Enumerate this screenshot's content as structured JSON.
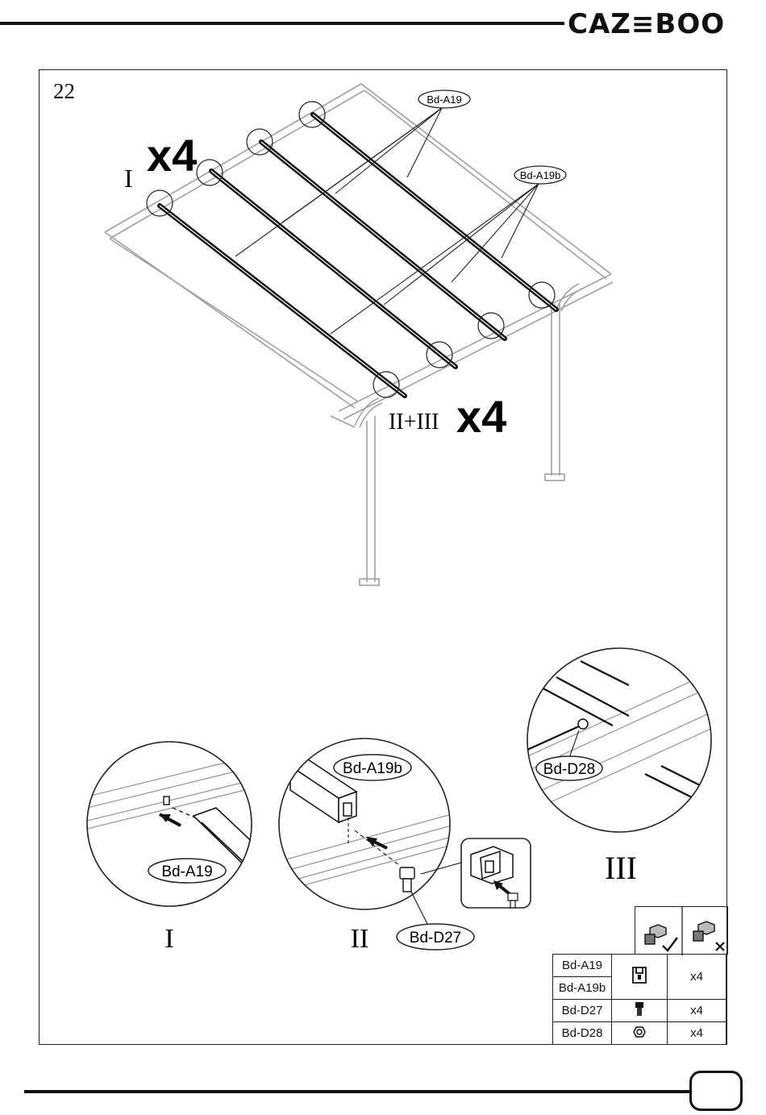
{
  "header": {
    "brand": "CAZ≡BOO"
  },
  "step": {
    "number": "22"
  },
  "overview": {
    "label_roman_1": "I",
    "label_qty_1": "x4",
    "label_roman_23": "II+III",
    "label_qty_23": "x4",
    "callout_a19": "Bd-A19",
    "callout_a19b": "Bd-A19b"
  },
  "details": {
    "detail_1": {
      "label": "I",
      "part": "Bd-A19"
    },
    "detail_2": {
      "label": "II",
      "part_top": "Bd-A19b",
      "part_bottom": "Bd-D27"
    },
    "detail_3": {
      "label": "III",
      "part": "Bd-D28"
    }
  },
  "torque": {
    "ok_icon": "bolt-check-icon",
    "no_icon": "bolt-cross-icon"
  },
  "parts_table": {
    "rows": [
      {
        "code": "Bd-A19",
        "icon": "clip-icon",
        "qty": "x4"
      },
      {
        "code": "Bd-A19b"
      },
      {
        "code": "Bd-D27",
        "icon": "bolt-icon",
        "qty": "x4"
      },
      {
        "code": "Bd-D28",
        "icon": "nut-icon",
        "qty": "x4"
      }
    ]
  },
  "colors": {
    "ink": "#111111",
    "paper": "#ffffff",
    "light_line": "#9a9a9a"
  }
}
